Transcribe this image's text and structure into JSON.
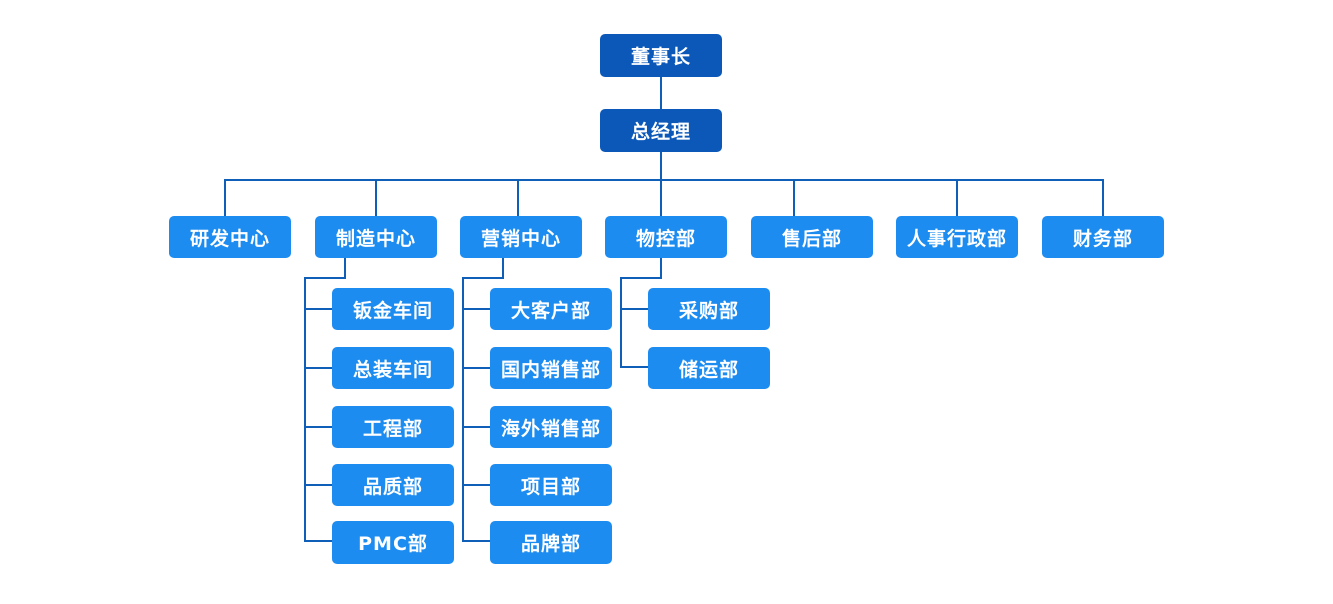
{
  "chart": {
    "top": [
      "董事长",
      "总经理"
    ],
    "departments": [
      {
        "name": "研发中心",
        "children": []
      },
      {
        "name": "制造中心",
        "children": [
          "钣金车间",
          "总装车间",
          "工程部",
          "品质部",
          "PMC部"
        ]
      },
      {
        "name": "营销中心",
        "children": [
          "大客户部",
          "国内销售部",
          "海外销售部",
          "项目部",
          "品牌部"
        ]
      },
      {
        "name": "物控部",
        "children": [
          "采购部",
          "储运部"
        ]
      },
      {
        "name": "售后部",
        "children": []
      },
      {
        "name": "人事行政部",
        "children": []
      },
      {
        "name": "财务部",
        "children": []
      }
    ]
  },
  "colors": {
    "top_box": "#0c58b8",
    "dept_box": "#1d8cf0",
    "connector": "#0f5fb8",
    "text": "#ffffff"
  }
}
